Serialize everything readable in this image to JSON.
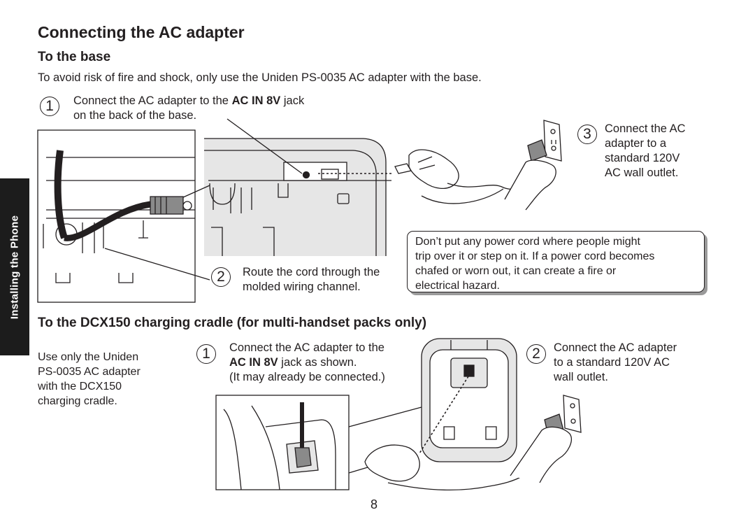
{
  "page": {
    "title": "Connecting the AC adapter",
    "side_tab": "Installing the Phone",
    "page_number": "8"
  },
  "base_section": {
    "heading": "To the base",
    "intro": "To avoid risk of fire and shock, only use the Uniden PS-0035 AC adapter with the base.",
    "step1": {
      "number": "1",
      "text_before": "Connect the AC adapter to the ",
      "bold": "AC IN 8V",
      "text_after": " jack",
      "line2": "on the back of the base."
    },
    "step2": {
      "number": "2",
      "line1": "Route the cord through the",
      "line2": "molded wiring channel."
    },
    "step3": {
      "number": "3",
      "lines": [
        "Connect the AC",
        "adapter to a",
        "standard 120V",
        "AC wall outlet."
      ]
    },
    "warning": {
      "lines": [
        "Don’t put any power cord where people might",
        "trip over it or step on it. If a power cord becomes",
        "chafed or worn out, it can create a fire or",
        "electrical hazard."
      ]
    }
  },
  "cradle_section": {
    "heading": "To the DCX150 charging cradle (for multi-handset packs only)",
    "note": [
      "Use only the Uniden",
      "PS-0035 AC adapter",
      "with the DCX150",
      "charging cradle."
    ],
    "step1": {
      "number": "1",
      "line1": "Connect the AC adapter to the",
      "bold": "AC IN 8V",
      "line2_after": " jack as shown.",
      "line3": "(It may already be connected.)"
    },
    "step2": {
      "number": "2",
      "lines": [
        "Connect the AC adapter",
        "to a standard 120V AC",
        "wall outlet."
      ]
    }
  },
  "icons": [
    "wall-outlet-icon",
    "ac-adapter-icon",
    "hand-icon",
    "phone-base-illustration",
    "charging-cradle-illustration"
  ],
  "colors": {
    "ink": "#231f20",
    "side_tab": "#1c1c1c",
    "shading": "#e6e6e6",
    "shadow": "#9a9a9a"
  }
}
